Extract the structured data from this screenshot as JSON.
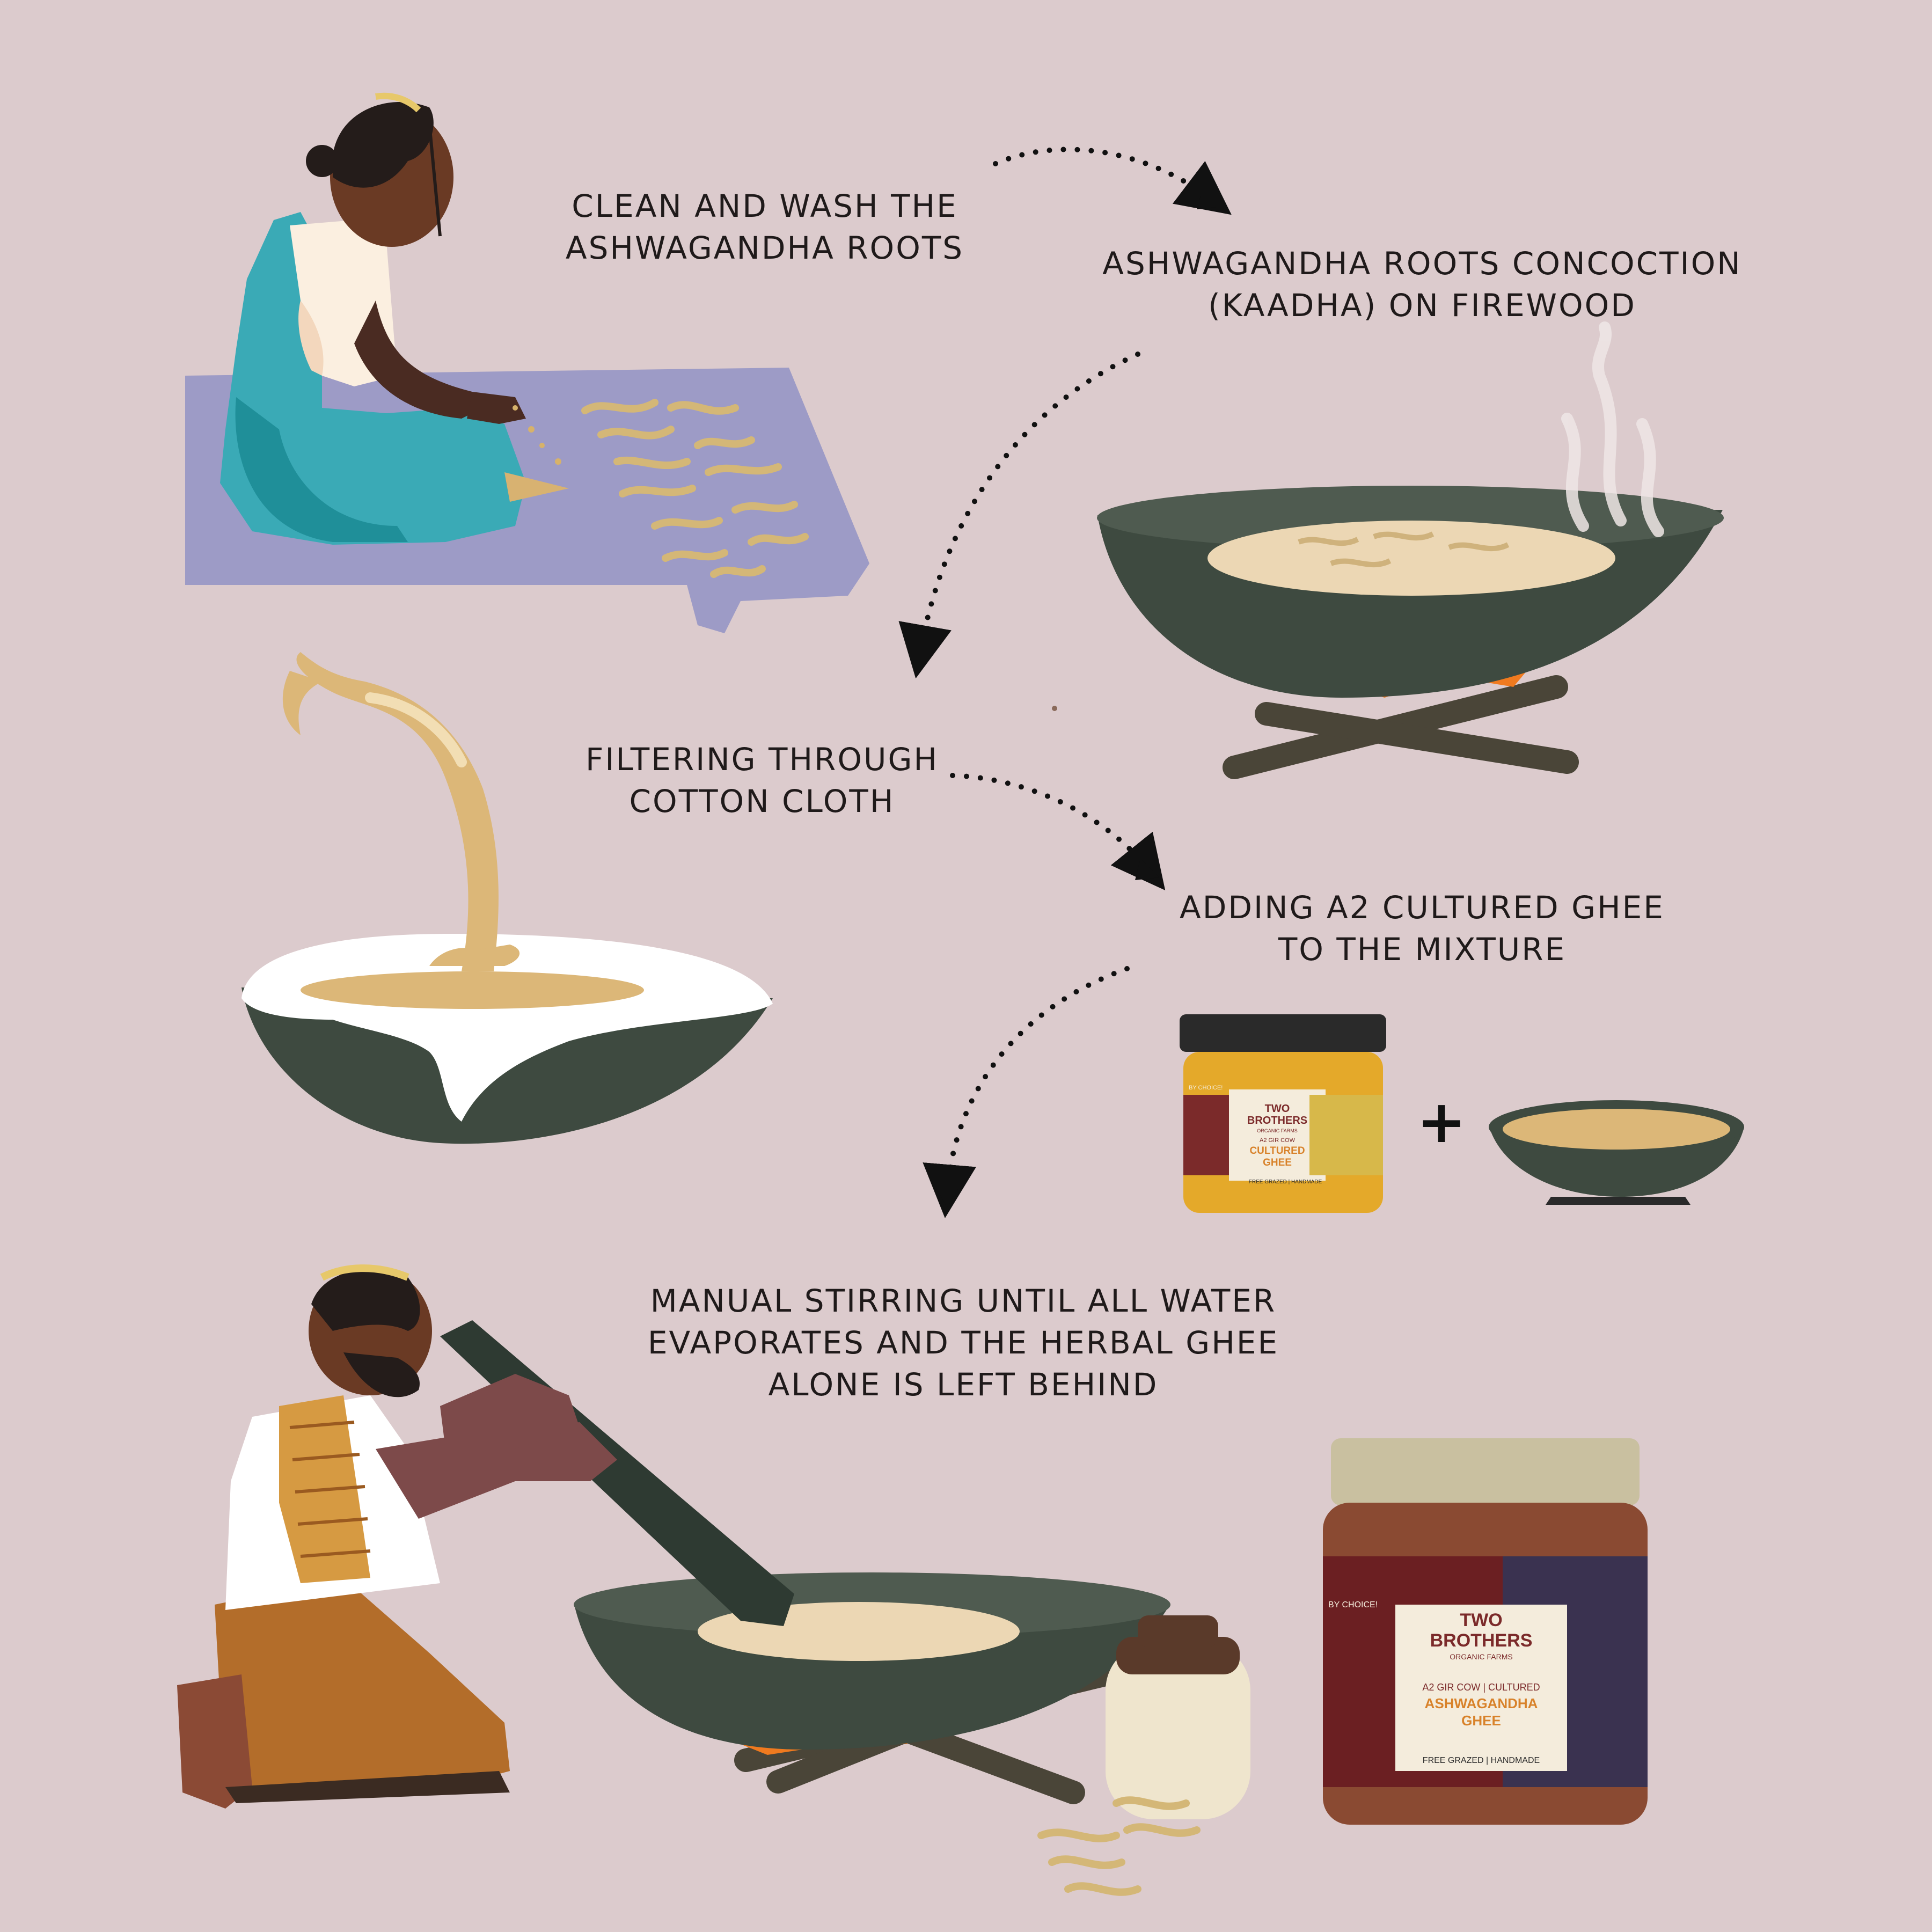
{
  "palette": {
    "background": "#dccbcd",
    "pan": "#3e4a40",
    "fire": "#f07a1f",
    "ghee": "#dcb778",
    "mat": "#9d9bc6",
    "saree": "#3aaab6",
    "text": "#1f1a1a"
  },
  "steps": [
    {
      "lines": [
        "CLEAN AND WASH THE",
        "ASHWAGANDHA ROOTS"
      ]
    },
    {
      "lines": [
        "ASHWAGANDHA ROOTS CONCOCTION",
        "(KAADHA) ON FIREWOOD"
      ]
    },
    {
      "lines": [
        "FILTERING THROUGH",
        "COTTON CLOTH"
      ]
    },
    {
      "lines": [
        "ADDING A2 CULTURED GHEE",
        "TO THE MIXTURE"
      ]
    },
    {
      "lines": [
        "MANUAL STIRRING UNTIL ALL WATER",
        "EVAPORATES AND THE HERBAL GHEE",
        "ALONE IS LEFT BEHIND"
      ]
    }
  ],
  "plus_sign": "+",
  "jar_small": {
    "brand_line1": "TWO",
    "brand_line2": "BROTHERS",
    "brand_sub": "ORGANIC FARMS",
    "variant": "A2 GIR COW",
    "product_line1": "CULTURED",
    "product_line2": "GHEE",
    "footer": "FREE GRAZED | HANDMADE",
    "side_text": "BY CHOICE!"
  },
  "jar_big": {
    "brand_line1": "TWO",
    "brand_line2": "BROTHERS",
    "brand_sub": "ORGANIC FARMS",
    "variant": "A2 GIR COW | CULTURED",
    "product_line1": "ASHWAGANDHA",
    "product_line2": "GHEE",
    "footer": "FREE GRAZED | HANDMADE",
    "side_text": "BY CHOICE!"
  }
}
